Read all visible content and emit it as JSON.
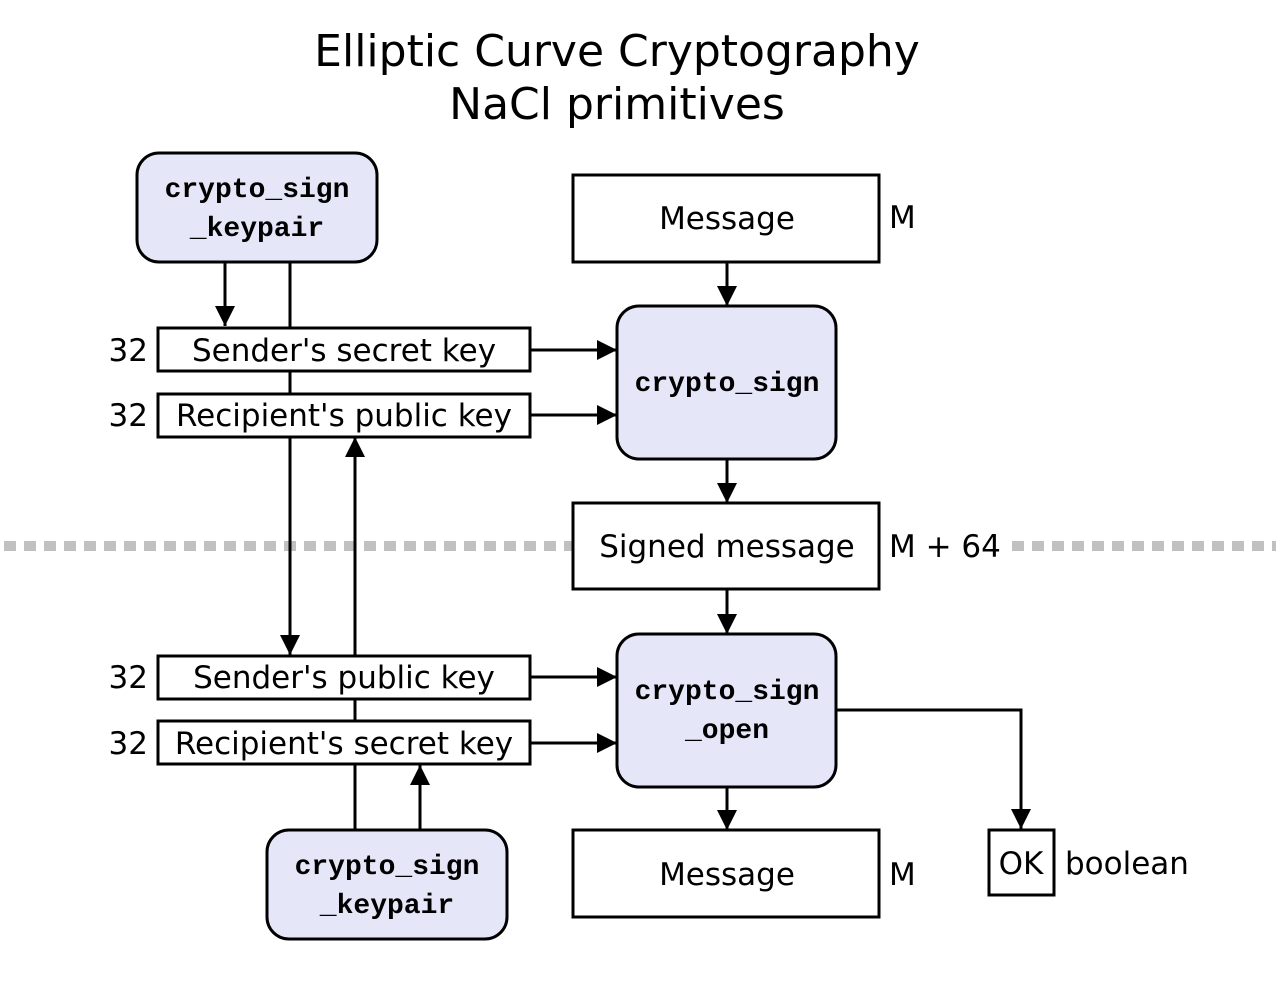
{
  "title": {
    "line1": "Elliptic Curve Cryptography",
    "line2": "NaCl primitives"
  },
  "colors": {
    "function_fill": "#e5e6f8",
    "divider": "#c0c0c0"
  },
  "functions": {
    "keypair_top": {
      "line1": "crypto_sign",
      "line2": "_keypair"
    },
    "sign": {
      "line1": "crypto_sign"
    },
    "open": {
      "line1": "crypto_sign",
      "line2": "_open"
    },
    "keypair_bottom": {
      "line1": "crypto_sign",
      "line2": "_keypair"
    }
  },
  "boxes": {
    "message_in": "Message",
    "sender_secret_key": "Sender's secret key",
    "recipient_public_key": "Recipient's public key",
    "signed_message": "Signed message",
    "sender_public_key": "Sender's public key",
    "recipient_secret_key": "Recipient's secret key",
    "message_out": "Message",
    "ok": "OK"
  },
  "sizes": {
    "message_in": "M",
    "sender_secret_key": "32",
    "recipient_public_key": "32",
    "signed_message": "M + 64",
    "sender_public_key": "32",
    "recipient_secret_key": "32",
    "message_out": "M",
    "ok": "boolean"
  }
}
